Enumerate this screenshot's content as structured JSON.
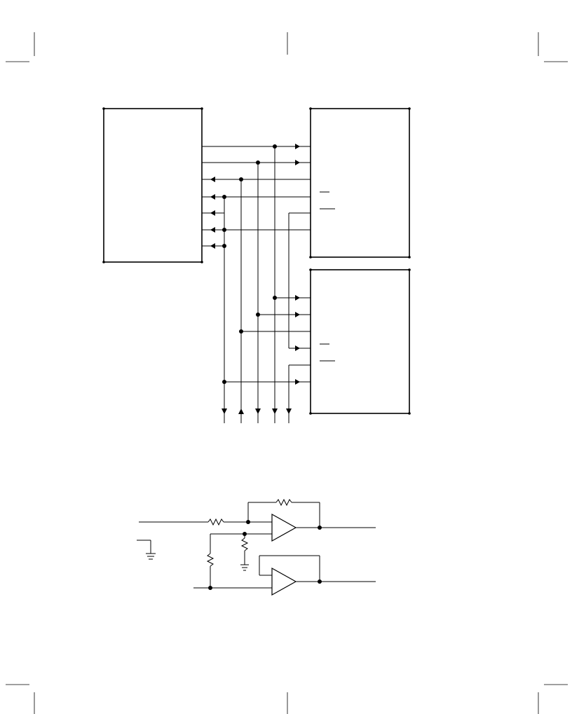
{
  "page": {
    "diagram_count": 2
  },
  "interface_diagram": {
    "blocks": [
      {
        "id": "host-block",
        "label": ""
      },
      {
        "id": "device-upper-block",
        "label": ""
      },
      {
        "id": "device-lower-block",
        "label": ""
      }
    ],
    "signal_lines": 7,
    "bus_taps": 5
  },
  "amplifier_diagram": {
    "op_amps": 2,
    "resistors": 4,
    "grounds": 2
  }
}
